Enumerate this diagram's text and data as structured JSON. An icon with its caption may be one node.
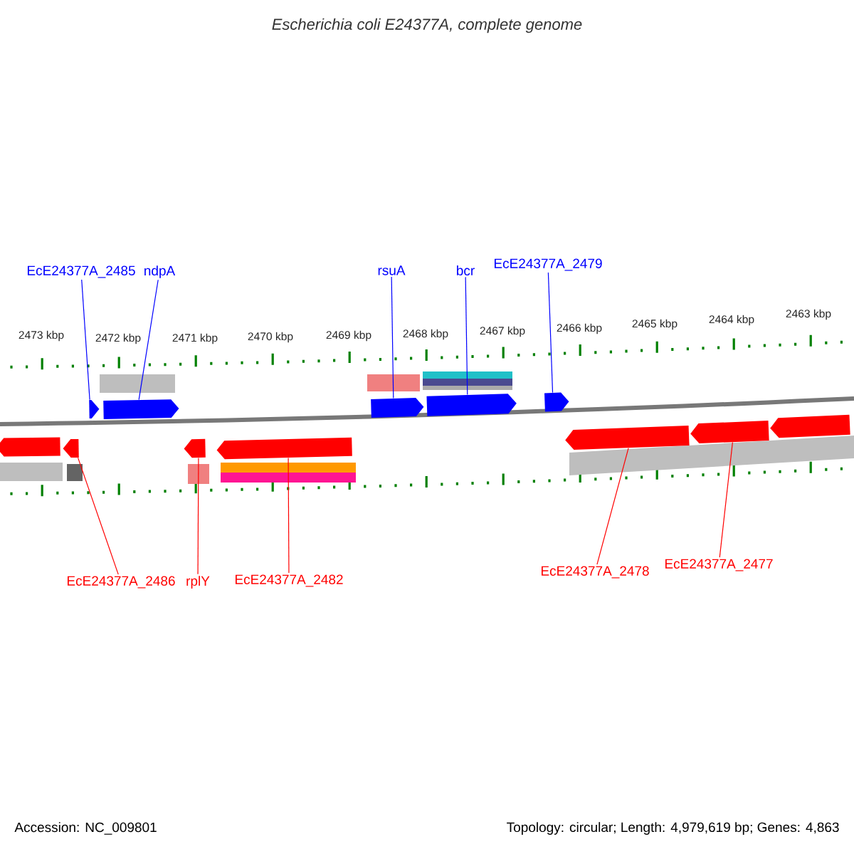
{
  "diagram": {
    "title": "Escherichia coli E24377A, complete genome",
    "nodes": [
      {
        "text": [
          "EcE24377A_2485"
        ]
      },
      {
        "text": [
          "ndpA"
        ]
      },
      {
        "text": [
          "rsuA"
        ]
      },
      {
        "text": [
          "bcr"
        ]
      },
      {
        "text": [
          "EcE24377A_2479"
        ]
      },
      {
        "text": [],
        "shape": "arrow"
      },
      {
        "text": [],
        "shape": "arrow"
      },
      {
        "text": [],
        "shape": "arrow"
      },
      {
        "text": [],
        "shape": "arrow"
      },
      {
        "text": [],
        "shape": "arrow"
      },
      {
        "text": [],
        "shape": "arrow"
      },
      {
        "text": [],
        "shape": "arrow"
      },
      {
        "text": [],
        "shape": "arrow"
      },
      {
        "text": [],
        "shape": "arrow"
      },
      {
        "text": [],
        "shape": "arrow"
      },
      {
        "text": [],
        "shape": "arrow"
      },
      {
        "text": [],
        "shape": "arrow"
      },
      {
        "text": [
          "EcE24377A_2486"
        ]
      },
      {
        "text": [
          "rplY"
        ]
      },
      {
        "text": [
          "EcE24377A_2482"
        ]
      },
      {
        "text": [
          "EcE24377A_2478"
        ]
      },
      {
        "text": [
          "EcE24377A_2477"
        ]
      }
    ],
    "edges": [
      {
        "from": 0,
        "to": 5,
        "arrow": "none",
        "color": "#0000ff"
      },
      {
        "from": 1,
        "to": 6,
        "arrow": "none",
        "color": "#0000ff"
      },
      {
        "from": 2,
        "to": 7,
        "arrow": "none",
        "color": "#0000ff"
      },
      {
        "from": 3,
        "to": 8,
        "arrow": "none",
        "color": "#0000ff"
      },
      {
        "from": 4,
        "to": 9,
        "arrow": "none",
        "color": "#0000ff"
      },
      {
        "from": 17,
        "to": 11,
        "arrow": "none",
        "color": "#ff0000"
      },
      {
        "from": 18,
        "to": 12,
        "arrow": "none",
        "color": "#ff0000"
      },
      {
        "from": 19,
        "to": 13,
        "arrow": "none",
        "color": "#ff0000"
      },
      {
        "from": 20,
        "to": 14,
        "arrow": "none",
        "color": "#ff0000"
      },
      {
        "from": 21,
        "to": 15,
        "arrow": "none",
        "color": "#ff0000"
      }
    ],
    "labels": [
      "2473 kbp",
      "2472 kbp",
      "2471 kbp",
      "2470 kbp",
      "2469 kbp",
      "2468 kbp",
      "2467 kbp",
      "2466 kbp",
      "2465 kbp",
      "2464 kbp",
      "2463 kbp",
      "Accession: NC_009801",
      "Topology: circular; Length: 4,979,619 bp; Genes: 4,863"
    ]
  }
}
